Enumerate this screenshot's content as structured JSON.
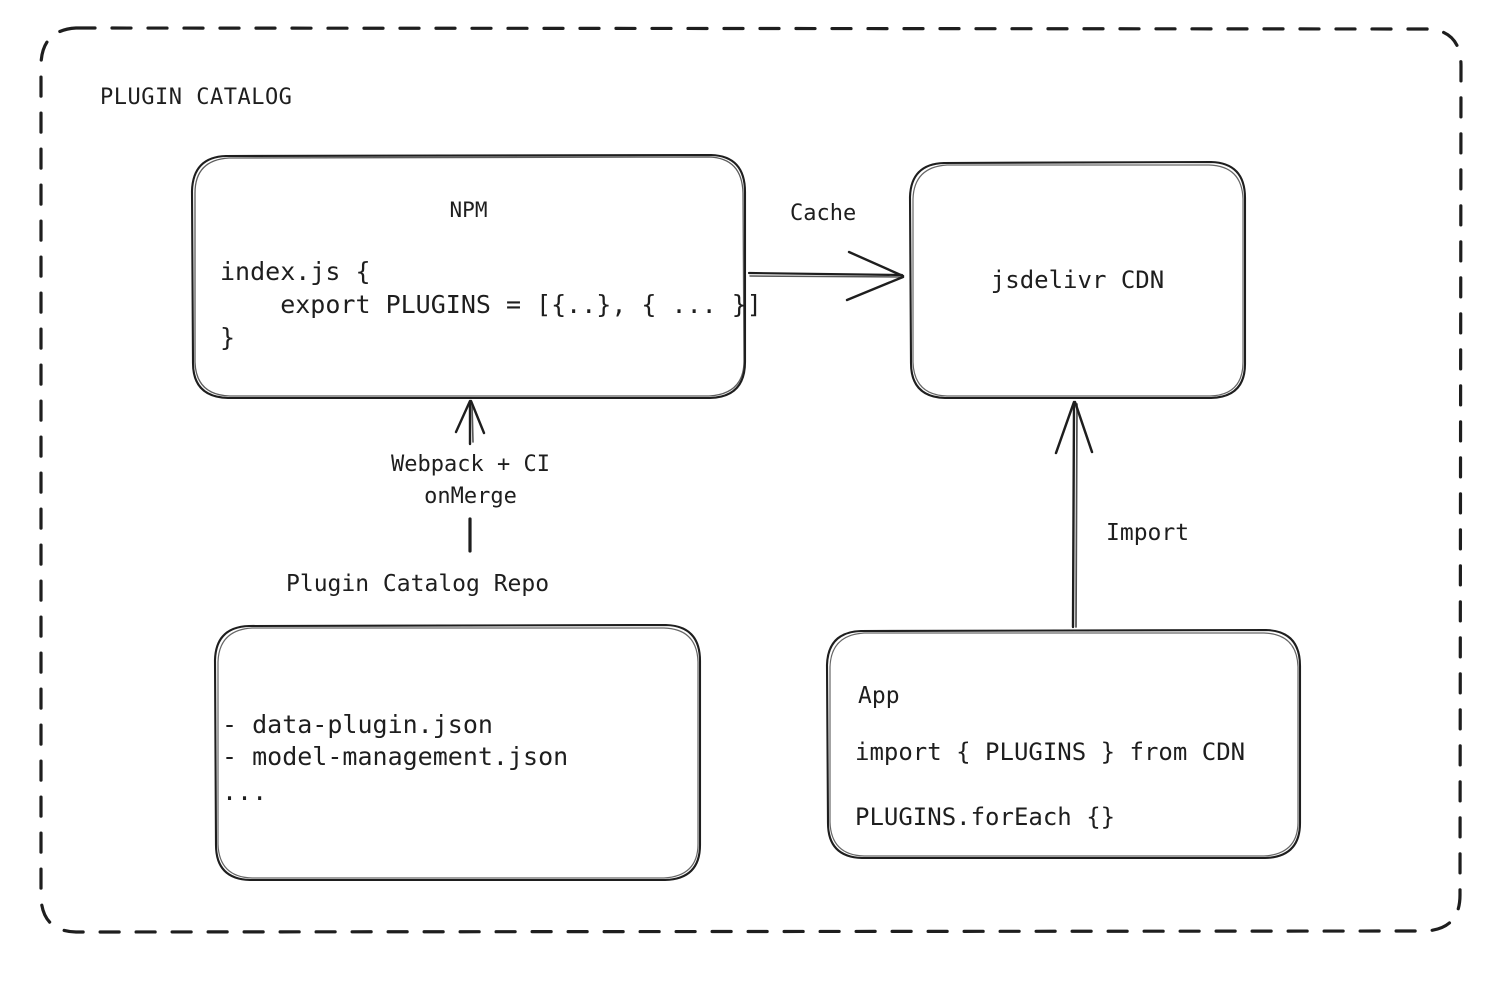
{
  "diagram": {
    "type": "architecture-flow",
    "background": "#ffffff",
    "stroke_color": "#1e1e1e",
    "group": {
      "title": "PLUGIN CATALOG",
      "border_style": "dashed-rounded-rectangle"
    },
    "nodes": [
      {
        "id": "npm",
        "title": "NPM",
        "lines": [
          "index.js {",
          "    export PLUGINS = [{..}, { ... }]",
          "}"
        ]
      },
      {
        "id": "cdn",
        "title": "jsdelivr CDN",
        "lines": []
      },
      {
        "id": "repo",
        "caption": "Plugin Catalog Repo",
        "lines": [
          "- data-plugin.json",
          "- model-management.json",
          "..."
        ]
      },
      {
        "id": "app",
        "title": "App",
        "line1": "import { PLUGINS } from CDN",
        "line2": "PLUGINS.forEach {}"
      }
    ],
    "edges": [
      {
        "id": "npm-to-cdn",
        "label": "Cache",
        "from": "npm",
        "to": "cdn",
        "direction": "right"
      },
      {
        "id": "repo-to-npm",
        "label": "Webpack + CI\nonMerge",
        "label_line1": "Webpack + CI",
        "label_line2": "onMerge",
        "from": "repo",
        "to": "npm",
        "direction": "up"
      },
      {
        "id": "app-to-cdn",
        "label": "Import",
        "from": "app",
        "to": "cdn",
        "direction": "up"
      }
    ]
  }
}
